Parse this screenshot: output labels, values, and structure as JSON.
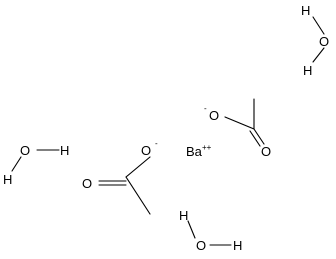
{
  "molecule": {
    "atoms": {
      "water_top": {
        "h_upper": "H",
        "o": "O",
        "h_lower": "H"
      },
      "water_left": {
        "o": "O",
        "h_right": "H",
        "h_lower": "H"
      },
      "water_bottom": {
        "h_upper": "H",
        "o": "O",
        "h_right": "H"
      },
      "acetate_top": {
        "o_anion": "O",
        "o_anion_charge": "-",
        "o_carbonyl": "O"
      },
      "acetate_bottom": {
        "o_anion": "O",
        "o_anion_charge": "-",
        "o_carbonyl": "O"
      },
      "barium": {
        "symbol": "Ba",
        "charge": "++"
      }
    }
  }
}
